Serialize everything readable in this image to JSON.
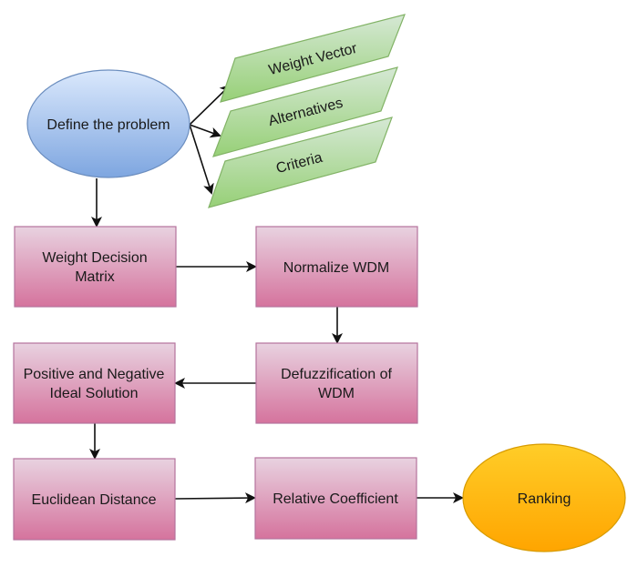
{
  "diagram": {
    "type": "flowchart",
    "colors": {
      "ellipse_start_top": "#dae8fc",
      "ellipse_start_bottom": "#7ea6e0",
      "ellipse_start_stroke": "#6c8ebf",
      "parallelogram_top": "#d5e8d4",
      "parallelogram_bottom": "#97d077",
      "parallelogram_stroke": "#82b366",
      "box_top": "#e6d0de",
      "box_bottom": "#d5739d",
      "box_stroke": "#b5739d",
      "ellipse_end_top": "#ffcd28",
      "ellipse_end_bottom": "#ffa500",
      "ellipse_end_stroke": "#d79b00",
      "edge": "#111111"
    },
    "nodes": {
      "define": {
        "label": "Define the problem",
        "shape": "ellipse"
      },
      "weight_vector": {
        "label": "Weight Vector",
        "shape": "parallelogram"
      },
      "alternatives": {
        "label": "Alternatives",
        "shape": "parallelogram"
      },
      "criteria": {
        "label": "Criteria",
        "shape": "parallelogram"
      },
      "wdm": {
        "label_line1": "Weight Decision",
        "label_line2": "Matrix",
        "shape": "rectangle"
      },
      "normalize": {
        "label": "Normalize WDM",
        "shape": "rectangle"
      },
      "defuzz": {
        "label_line1": "Defuzzification of",
        "label_line2": "WDM",
        "shape": "rectangle"
      },
      "pnis": {
        "label_line1": "Positive and Negative",
        "label_line2": "Ideal Solution",
        "shape": "rectangle"
      },
      "euclid": {
        "label": "Euclidean Distance",
        "shape": "rectangle"
      },
      "relative": {
        "label": "Relative Coefficient",
        "shape": "rectangle"
      },
      "ranking": {
        "label": "Ranking",
        "shape": "ellipse"
      }
    },
    "edges": [
      {
        "from": "define",
        "to": "weight_vector"
      },
      {
        "from": "define",
        "to": "alternatives"
      },
      {
        "from": "define",
        "to": "criteria"
      },
      {
        "from": "define",
        "to": "wdm"
      },
      {
        "from": "wdm",
        "to": "normalize"
      },
      {
        "from": "normalize",
        "to": "defuzz"
      },
      {
        "from": "defuzz",
        "to": "pnis"
      },
      {
        "from": "pnis",
        "to": "euclid"
      },
      {
        "from": "euclid",
        "to": "relative"
      },
      {
        "from": "relative",
        "to": "ranking"
      }
    ]
  }
}
